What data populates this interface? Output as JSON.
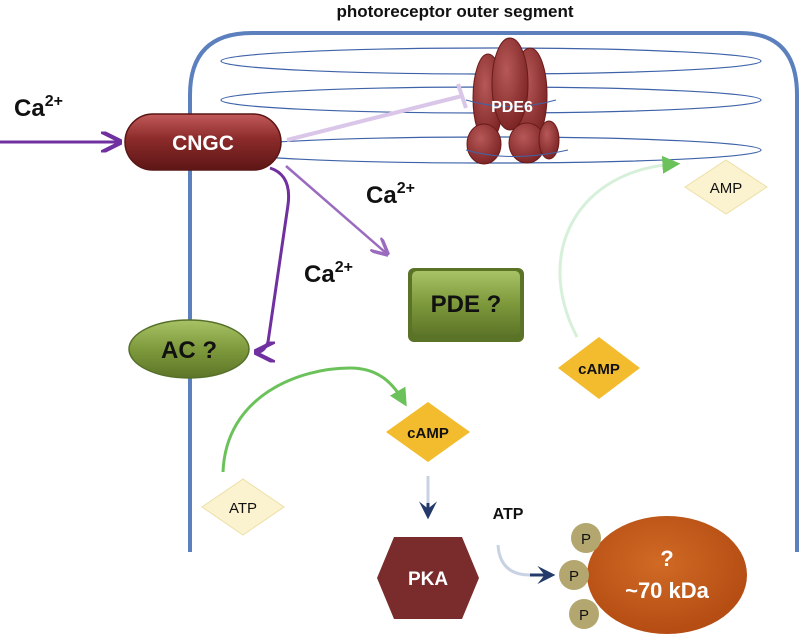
{
  "title": "photoreceptor outer segment",
  "labels": {
    "ca_outside_base": "Ca",
    "ca_outside_sup": "2+",
    "cngc": "CNGC",
    "pde6": "PDE6",
    "ca_mid_base": "Ca",
    "ca_mid_sup": "2+",
    "ca_left_base": "Ca",
    "ca_left_sup": "2+",
    "ac": "AC ?",
    "pde": "PDE ?",
    "amp": "AMP",
    "camp_right": "cAMP",
    "camp_center": "cAMP",
    "atp_left": "ATP",
    "pka": "PKA",
    "atp_right": "ATP",
    "p1": "P",
    "p2": "P",
    "p3": "P",
    "protein_q": "?",
    "protein_kda": "~70 kDa"
  },
  "colors": {
    "membrane": "#5b80bd",
    "disc": "#3f63a8",
    "purple_arrow": "#7030a0",
    "inhibit_line": "#d9c6e8",
    "green_arrow": "#6cc25a",
    "faint_green_arrow": "#d6f0da",
    "navy_arrow": "#243a6a",
    "faint_navy_arrow": "#c9d2e2",
    "cngc": "#8b2a2a",
    "pde6": "#9a3a3a",
    "olive": "#7e9a3c",
    "camp_fill": "#f2bc2e",
    "pale_fill": "#fbf2cf",
    "pka": "#7a2b2b",
    "protein": "#c2581a",
    "phosphate": "#b3a66f"
  }
}
